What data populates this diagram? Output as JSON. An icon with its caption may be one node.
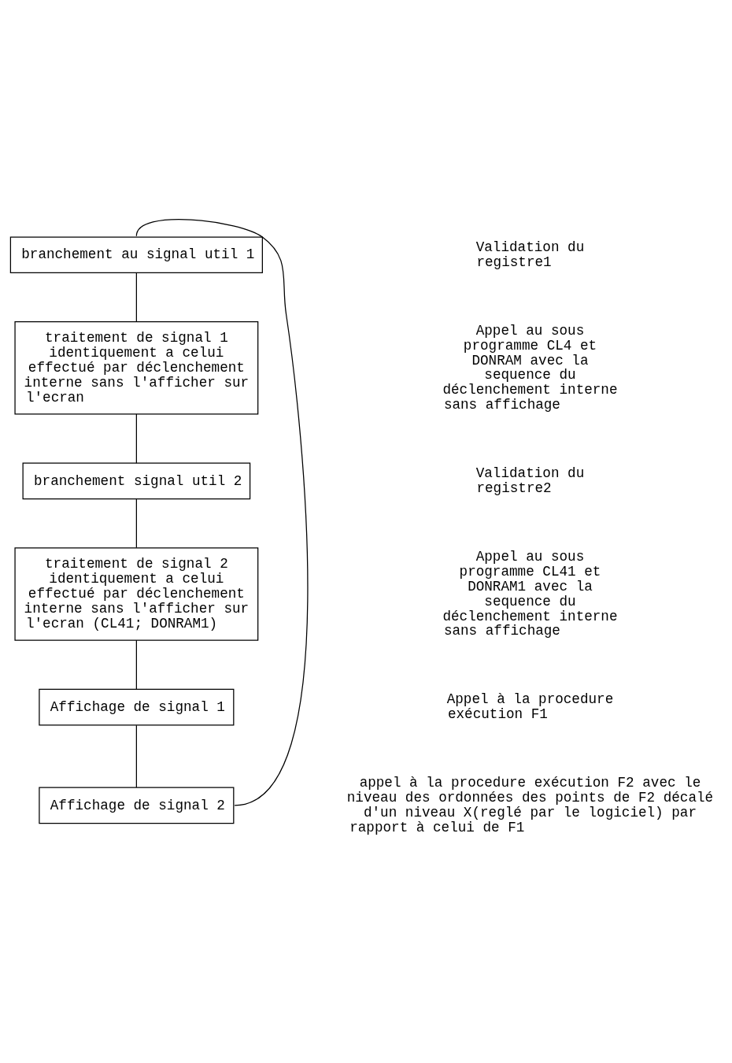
{
  "diagram": {
    "nodes": [
      {
        "text": [
          "branchement au signal util 1"
        ]
      },
      {
        "text": [
          "traitement de signal 1 identiquement a celui effectué par déclenchement interne sans l'afficher sur l'ecran"
        ]
      },
      {
        "text": [
          "branchement signal util 2"
        ]
      },
      {
        "text": [
          "traitement de signal 2 identiquement a celui effectué par déclenchement interne sans l'afficher sur l'ecran (CL41; DONRAM1)"
        ]
      },
      {
        "text": [
          "Affichage de signal 1"
        ]
      },
      {
        "text": [
          "Affichage de signal 2"
        ]
      }
    ],
    "edges": [
      {
        "from": 0,
        "to": 1,
        "arrow": "none"
      },
      {
        "from": 1,
        "to": 2,
        "arrow": "none"
      },
      {
        "from": 2,
        "to": 3,
        "arrow": "none"
      },
      {
        "from": 3,
        "to": 4,
        "arrow": "none"
      },
      {
        "from": 4,
        "to": 5,
        "arrow": "none"
      },
      {
        "from": 5,
        "to": 0,
        "arrow": "none"
      }
    ],
    "labels": [
      "Validation du registre1",
      "Appel au sous programme CL4 et DONRAM avec la sequence du déclenchement interne sans affichage",
      "Validation du registre2",
      "Appel au sous programme CL41 et DONRAM1 avec la sequence du déclenchement interne sans affichage",
      "Appel à la procedure exécution F1",
      "appel à la procedure exécution F2 avec le niveau des ordonnées des points de F2 décalé d'un niveau X(reglé par le logiciel) par rapport à celui de F1"
    ]
  }
}
